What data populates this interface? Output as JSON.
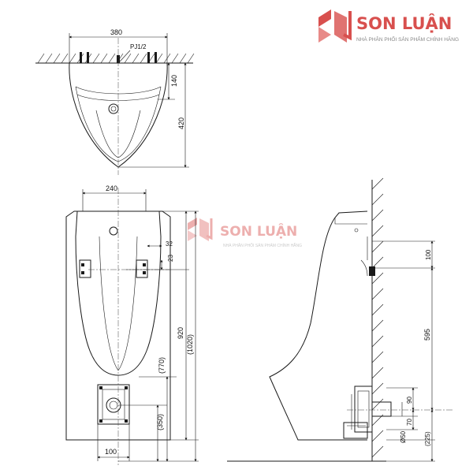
{
  "brand": {
    "name": "SON LUẬN",
    "tagline": "NHÀ PHÂN PHỐI SẢN PHẨM CHÍNH HÃNG",
    "color": "#d8504e"
  },
  "top_view": {
    "width": "380",
    "pipe": "PJ1/2",
    "depth_upper": "140",
    "depth_total": "420"
  },
  "front_view": {
    "top_width": "240",
    "dim_32": "32",
    "dim_23": "23",
    "height_920": "920",
    "height_1020": "(1020)",
    "height_770": "(770)",
    "height_350": "(350)",
    "outlet_width": "100"
  },
  "side_view": {
    "dim_100": "100",
    "dim_595": "595",
    "dim_90": "90",
    "dim_70": "70",
    "dia_50": "Ø50",
    "dim_225": "(225)"
  }
}
